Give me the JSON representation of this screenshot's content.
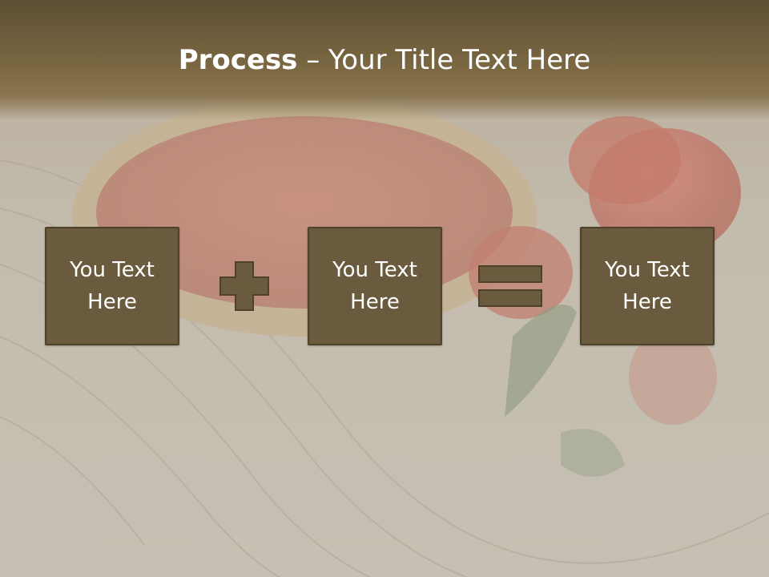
{
  "slide": {
    "title_bold": "Process",
    "title_rest": " – Your Title Text Here"
  },
  "process": {
    "boxes": [
      {
        "text": "You Text Here"
      },
      {
        "text": "You Text Here"
      },
      {
        "text": "You Text Here"
      }
    ],
    "operators": [
      "plus-icon",
      "equals-icon"
    ]
  },
  "colors": {
    "header": "#6e5d3d",
    "box_fill": "#6b5b3e",
    "box_border": "#4e4129",
    "title_text": "#ffffff",
    "background": "#c3bcae"
  }
}
